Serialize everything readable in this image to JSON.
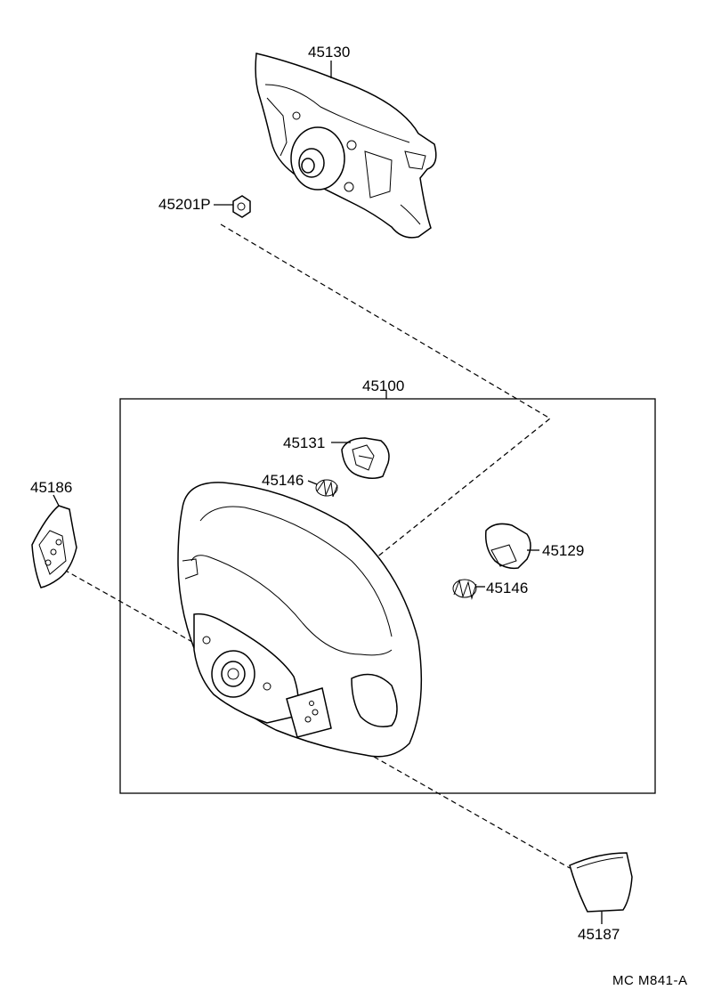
{
  "parts": {
    "p45130": "45130",
    "p45201p": "45201P",
    "p45100": "45100",
    "p45131": "45131",
    "p45146a": "45146",
    "p45186": "45186",
    "p45129": "45129",
    "p45146b": "45146",
    "p45187": "45187"
  },
  "footer": {
    "code": "MC  M841-A"
  }
}
